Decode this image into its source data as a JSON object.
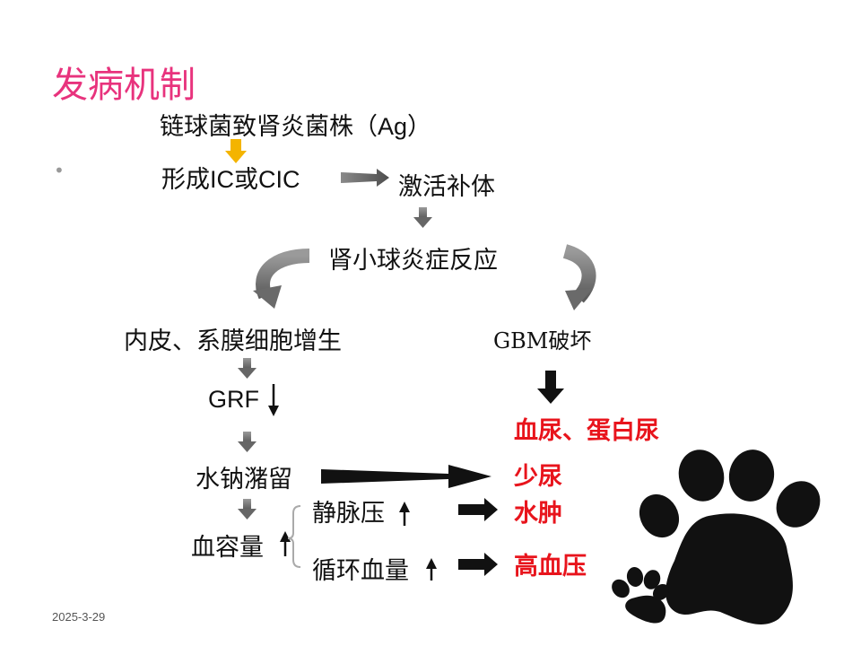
{
  "title": "发病机制",
  "bullet": "•",
  "nodes": {
    "strain": "链球菌致肾炎菌株（Ag）",
    "ic": "形成IC或CIC",
    "complement": "激活补体",
    "inflammation": "肾小球炎症反应",
    "proliferation": "内皮、系膜细胞增生",
    "gbm": "GBM破坏",
    "grf": "GRF",
    "retention": "水钠潴留",
    "blood_volume": "血容量",
    "venous": "静脉压",
    "circulating": "循环血量"
  },
  "outcomes": {
    "hematuria": "血尿、蛋白尿",
    "oliguria": "少尿",
    "edema": "水肿",
    "hypertension": "高血压"
  },
  "colors": {
    "title": "#e8337d",
    "outcome": "#e8141c",
    "yellow_arrow": "#f4b400",
    "gray_arrow": "#6f6f6f"
  },
  "icons": [
    "down-arrow-icon",
    "paw-print-icon"
  ],
  "footer_date": "2025-3-29"
}
